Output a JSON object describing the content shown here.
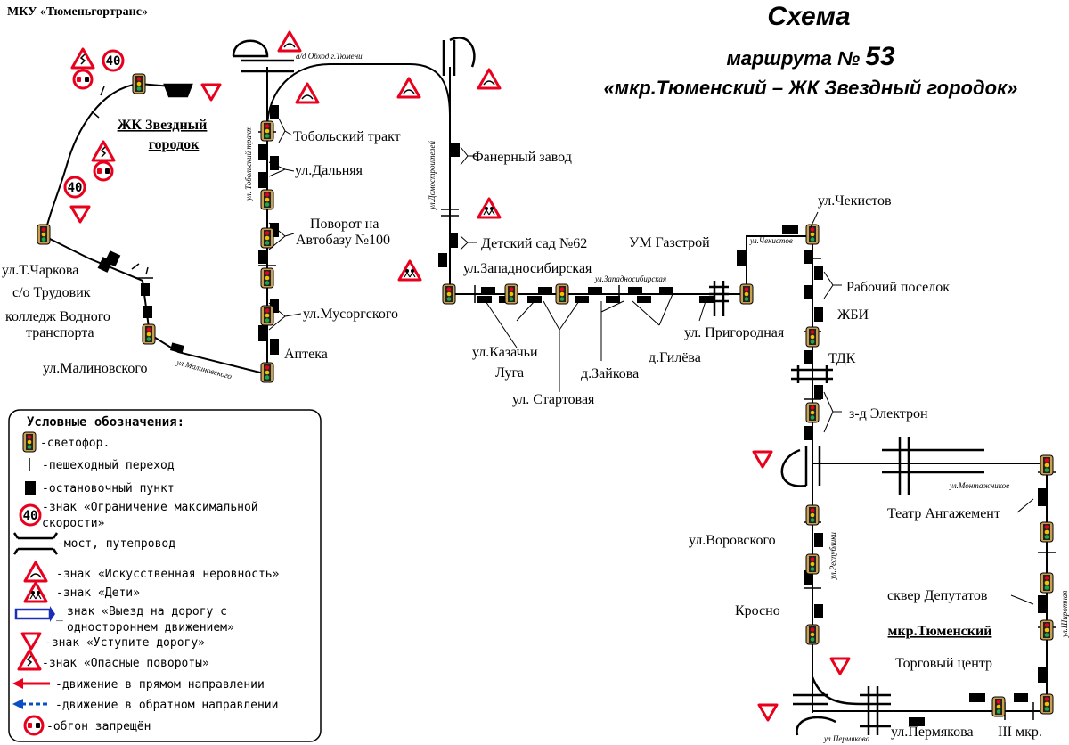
{
  "organization": "МКУ «Тюменьгортранс»",
  "header": {
    "title": "Схема",
    "route_prefix": "маршрута №",
    "route_number": "53",
    "route_name": "«мкр.Тюменский  – ЖК Звездный городок»"
  },
  "terminals": {
    "start_line1": "ЖК Звездный",
    "start_line2": "городок",
    "end": "мкр.Тюменский"
  },
  "stops": {
    "charkova": "ул.Т.Чаркова",
    "trudovik": "с/о Трудовик",
    "college_line1": "колледж Водного",
    "college_line2": "транспорта",
    "malinovskogo": "ул.Малиновского",
    "apteka": "Аптека",
    "musorgskogo": "ул.Мусоргского",
    "avtobaza_line1": "Поворот на",
    "avtobaza_line2": "Автобазу №100",
    "dalnyaya": "ул.Дальняя",
    "tobolsky": "Тобольский тракт",
    "faner": "Фанерный завод",
    "detsad": "Детский сад №62",
    "zapsib": "ул.Западносибирская",
    "kazachi_line1": "ул.Казачьи",
    "kazachi_line2": "Луга",
    "startovaya": "ул. Стартовая",
    "zaykova": "д.Зайкова",
    "gileva": "д.Гилёва",
    "prigorodnaya": "ул. Пригородная",
    "um_gazstroy": "УМ Газстрой",
    "chekistov": "ул.Чекистов",
    "rabochy": "Рабочий поселок",
    "zhbi": "ЖБИ",
    "tdk": "ТДК",
    "elektron": "з-д Электрон",
    "vorovskogo": "ул.Воровского",
    "krosno": "Кросно",
    "teatr": "Театр Ангажемент",
    "skver": "сквер Депутатов",
    "torgovy": "Торговый центр",
    "permyakova": "ул.Пермякова",
    "third_mkr": "III мкр."
  },
  "streets": {
    "obhod": "а/д Обход г.Тюмени",
    "tobolsky_trakt": "ул. Тобольский тракт",
    "domostroiteley": "ул.Домостроителей",
    "zapsib": "ул.Западносибирская",
    "malinovskogo": "ул.Малиновского",
    "chekistov": "ул.Чекистов",
    "montazhnikov": "ул.Монтажников",
    "respubliki": "ул.Республики",
    "shirotnaya": "ул.Широтная",
    "permyakova": "ул.Пермякова"
  },
  "speed_limit": "40",
  "legend": {
    "title": "Условные обозначения:",
    "items": [
      "-светофор.",
      "-пешеходный переход",
      "-остановочный пункт",
      "-знак «Ограничение максимальной",
      "скорости»",
      "-мост, путепровод",
      "-знак «Искусственная неровность»",
      "-знак «Дети»",
      "знак «Выезд на дорогу с",
      "одностороннем движением»",
      "-знак «Уступите дорогу»",
      "-знак «Опасные повороты»",
      "-движение в прямом направлении",
      "-движение в обратном направлении",
      "-обгон запрещён"
    ]
  },
  "colors": {
    "route_line": "#000000",
    "sign_red": "#e8001c",
    "forward_arrow": "#e8001c",
    "reverse_arrow": "#0b4fc4",
    "oneway_sign": "#1a2fb5",
    "traffic_light_body": "#c8a050"
  }
}
